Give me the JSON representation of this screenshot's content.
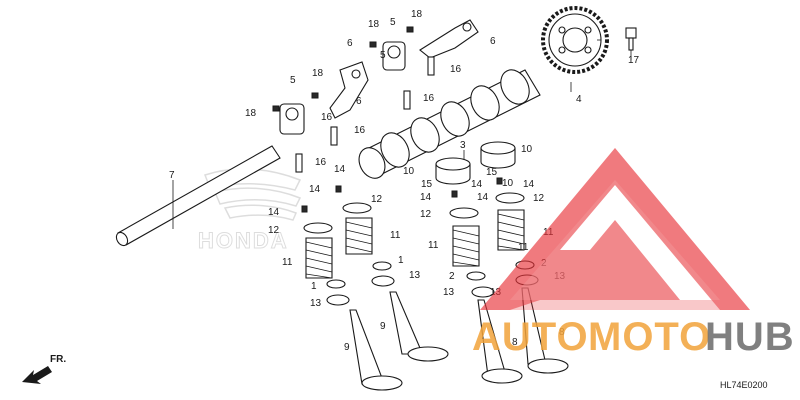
{
  "diagram": {
    "ref_code": "HL74E0200",
    "direction_label": "FR.",
    "background_logo_text": "HONDA",
    "watermark": {
      "auto": "AUTO",
      "moto": "MOTO",
      "hub": "HUB",
      "colors": {
        "triangle": "#e8343a",
        "auto": "#f2a33a",
        "moto": "#f2a33a",
        "hub": "#6b6b6b"
      }
    },
    "callouts": {
      "c1": "18",
      "c2": "5",
      "c3": "18",
      "c4": "6",
      "c5": "5",
      "c6": "6",
      "c7": "17",
      "c8": "5",
      "c9": "18",
      "c10": "16",
      "c11": "18",
      "c12": "6",
      "c13": "16",
      "c14": "4",
      "c15": "16",
      "c16": "16",
      "c17": "3",
      "c18": "10",
      "c19": "10",
      "c20": "7",
      "c21": "16",
      "c22": "14",
      "c23": "10",
      "c24": "15",
      "c25": "14",
      "c26": "15",
      "c27": "14",
      "c28": "14",
      "c29": "12",
      "c30": "14",
      "c31": "14",
      "c32": "12",
      "c33": "12",
      "c34": "14",
      "c35": "12",
      "c36": "11",
      "c37": "11",
      "c38": "11",
      "c39": "11",
      "c40": "1",
      "c41": "2",
      "c42": "11",
      "c43": "2",
      "c44": "1",
      "c45": "13",
      "c46": "13",
      "c47": "13",
      "c48": "13",
      "c49": "13",
      "c50": "9",
      "c51": "9",
      "c52": "8",
      "c53": "8"
    }
  }
}
